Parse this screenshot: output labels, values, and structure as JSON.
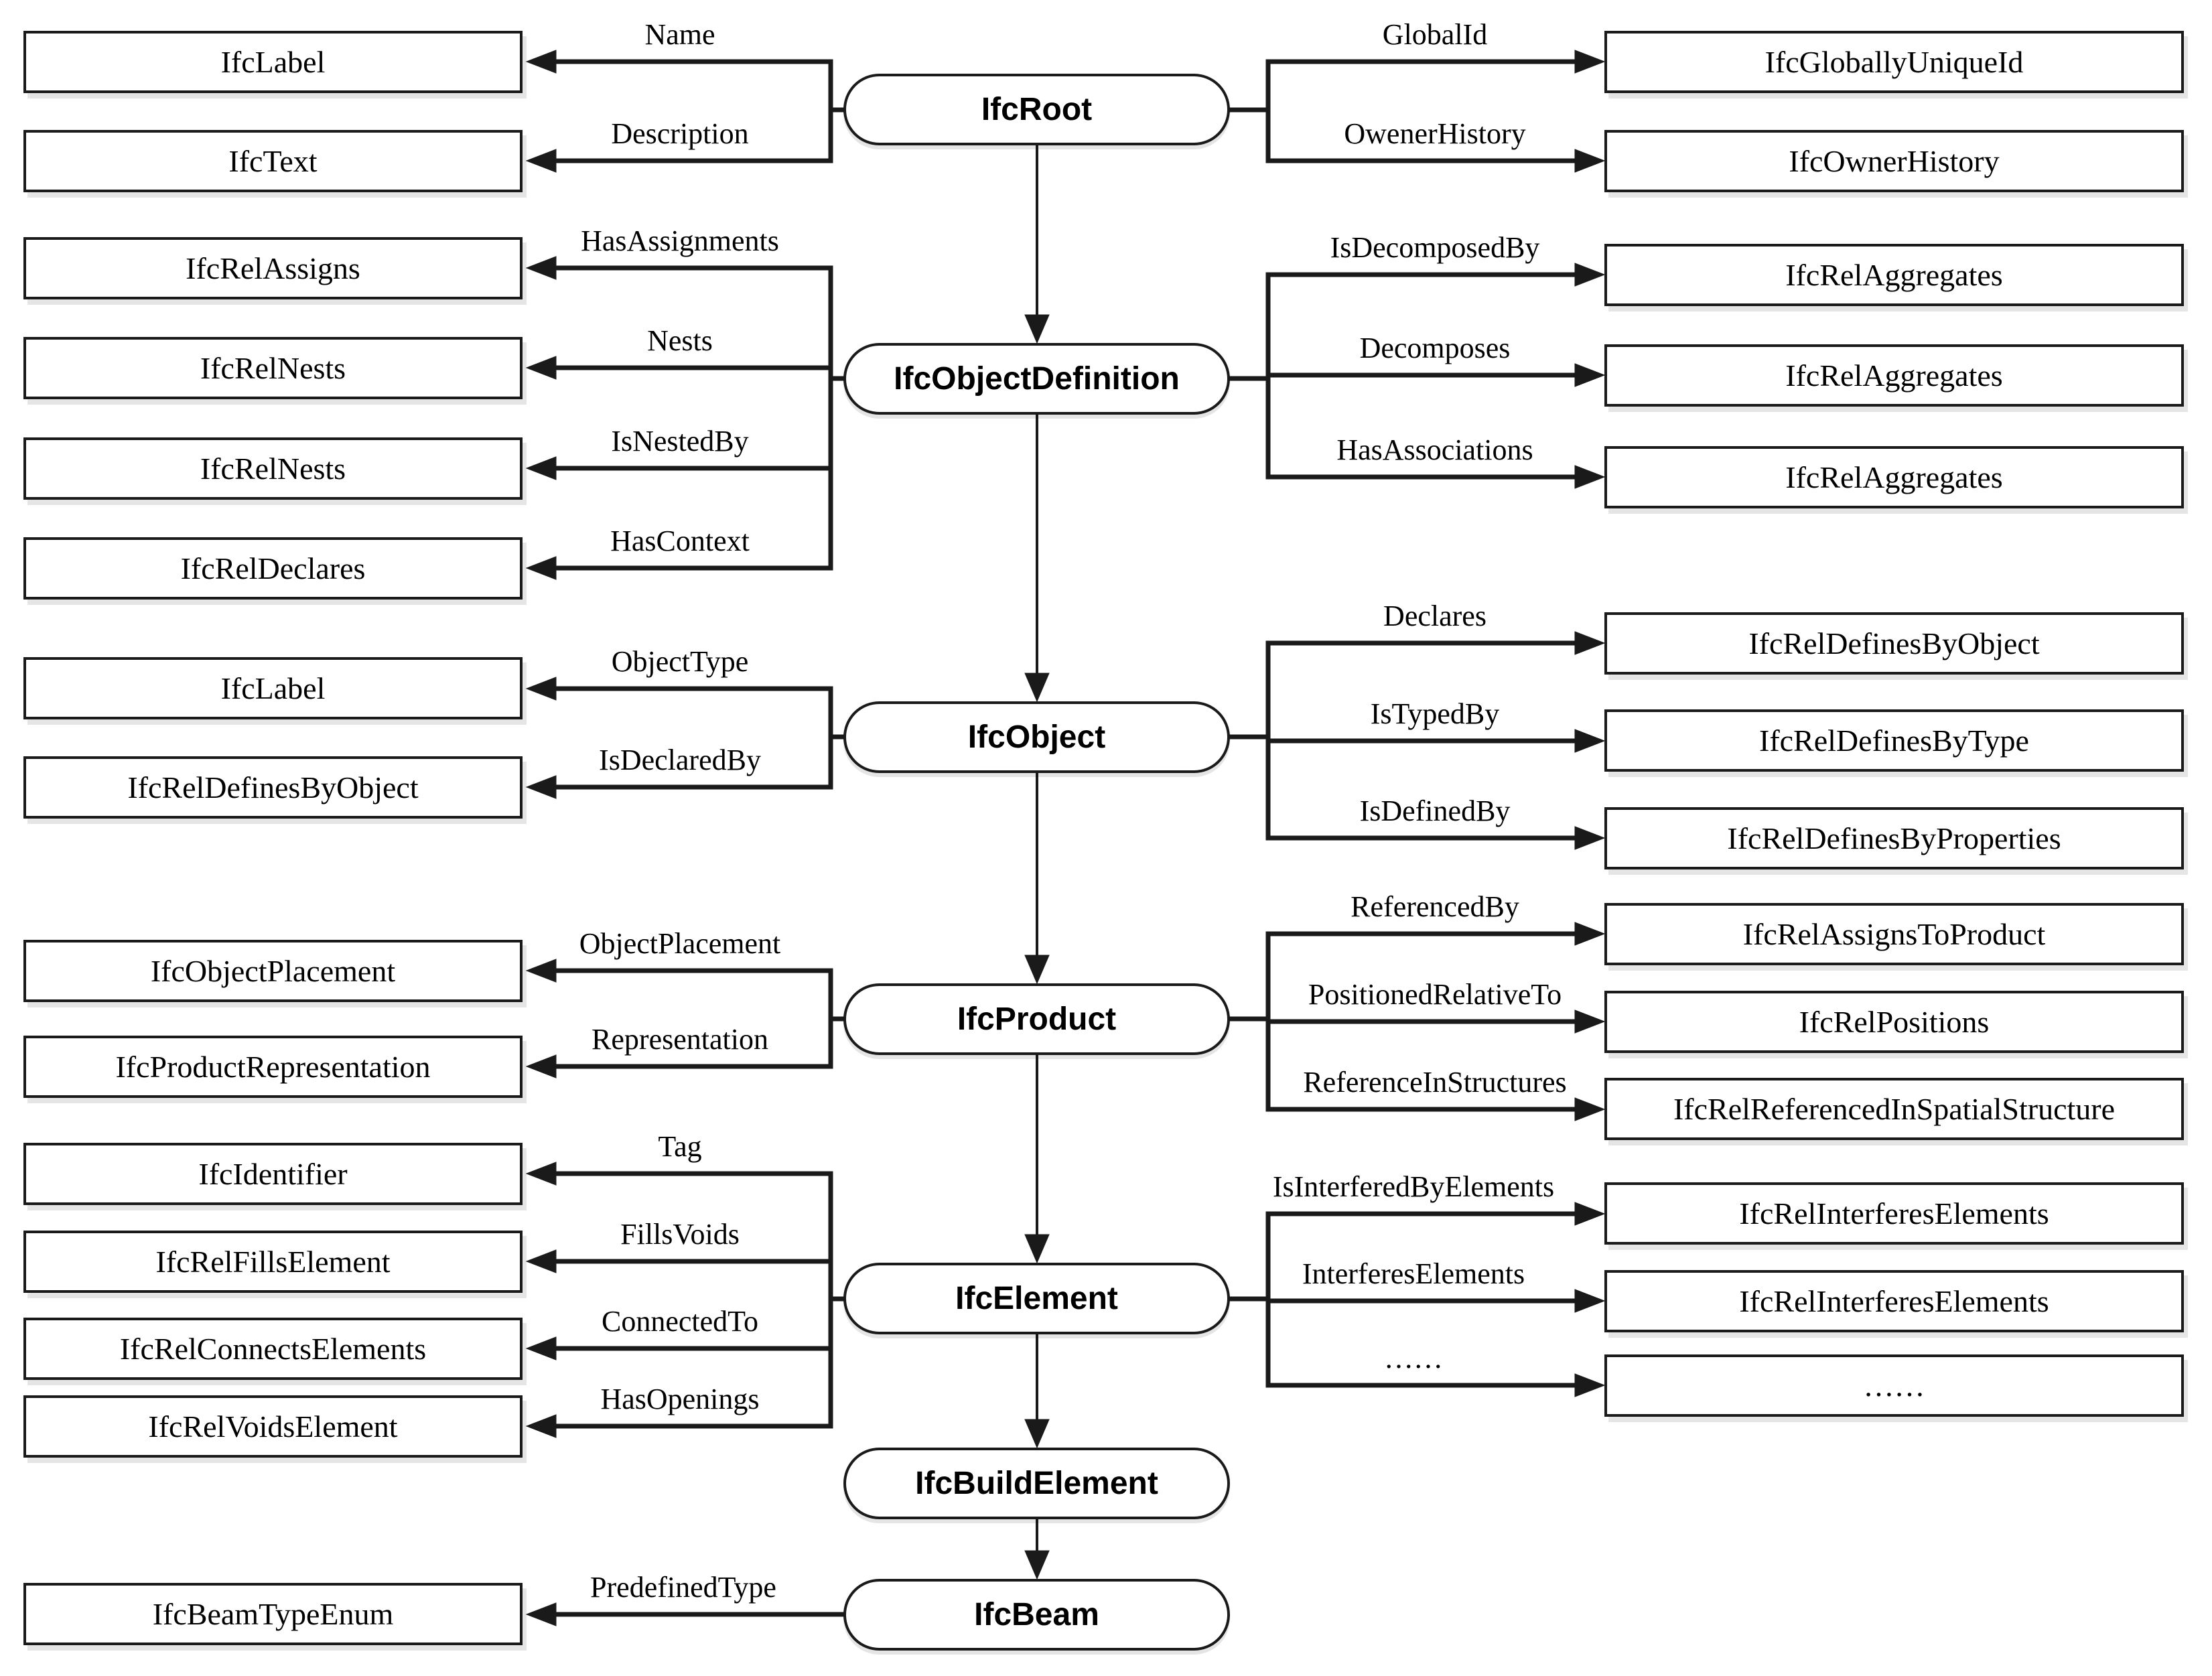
{
  "diagram": {
    "chain": [
      {
        "label": "IfcRoot"
      },
      {
        "label": "IfcObjectDefinition"
      },
      {
        "label": "IfcObject"
      },
      {
        "label": "IfcProduct"
      },
      {
        "label": "IfcElement"
      },
      {
        "label": "IfcBuildElement"
      },
      {
        "label": "IfcBeam"
      }
    ],
    "sections": [
      {
        "owner": "IfcRoot",
        "left": [
          {
            "attribute": "Name",
            "target": "IfcLabel"
          },
          {
            "attribute": "Description",
            "target": "IfcText"
          }
        ],
        "right": [
          {
            "attribute": "GlobalId",
            "target": "IfcGloballyUniqueId"
          },
          {
            "attribute": "OwenerHistory",
            "target": "IfcOwnerHistory"
          }
        ]
      },
      {
        "owner": "IfcObjectDefinition",
        "left": [
          {
            "attribute": "HasAssignments",
            "target": "IfcRelAssigns"
          },
          {
            "attribute": "Nests",
            "target": "IfcRelNests"
          },
          {
            "attribute": "IsNestedBy",
            "target": "IfcRelNests"
          },
          {
            "attribute": "HasContext",
            "target": "IfcRelDeclares"
          }
        ],
        "right": [
          {
            "attribute": "IsDecomposedBy",
            "target": "IfcRelAggregates"
          },
          {
            "attribute": "Decomposes",
            "target": "IfcRelAggregates"
          },
          {
            "attribute": "HasAssociations",
            "target": "IfcRelAggregates"
          }
        ]
      },
      {
        "owner": "IfcObject",
        "left": [
          {
            "attribute": "ObjectType",
            "target": "IfcLabel"
          },
          {
            "attribute": "IsDeclaredBy",
            "target": "IfcRelDefinesByObject"
          }
        ],
        "right": [
          {
            "attribute": "Declares",
            "target": "IfcRelDefinesByObject"
          },
          {
            "attribute": "IsTypedBy",
            "target": "IfcRelDefinesByType"
          },
          {
            "attribute": "IsDefinedBy",
            "target": "IfcRelDefinesByProperties"
          }
        ]
      },
      {
        "owner": "IfcProduct",
        "left": [
          {
            "attribute": "ObjectPlacement",
            "target": "IfcObjectPlacement"
          },
          {
            "attribute": "Representation",
            "target": "IfcProductRepresentation"
          }
        ],
        "right": [
          {
            "attribute": "ReferencedBy",
            "target": "IfcRelAssignsToProduct"
          },
          {
            "attribute": "PositionedRelativeTo",
            "target": "IfcRelPositions"
          },
          {
            "attribute": "ReferenceInStructures",
            "target": "IfcRelReferencedInSpatialStructure"
          }
        ]
      },
      {
        "owner": "IfcElement",
        "left": [
          {
            "attribute": "Tag",
            "target": "IfcIdentifier"
          },
          {
            "attribute": "FillsVoids",
            "target": "IfcRelFillsElement"
          },
          {
            "attribute": "ConnectedTo",
            "target": "IfcRelConnectsElements"
          },
          {
            "attribute": "HasOpenings",
            "target": "IfcRelVoidsElement"
          }
        ],
        "right": [
          {
            "attribute": "IsInterferedByElements",
            "target": "IfcRelInterferesElements"
          },
          {
            "attribute": "InterferesElements",
            "target": "IfcRelInterferesElements"
          },
          {
            "attribute": "……",
            "target": "……"
          }
        ]
      },
      {
        "owner": "IfcBeam",
        "left": [
          {
            "attribute": "PredefinedType",
            "target": "IfcBeamTypeEnum"
          }
        ],
        "right": []
      }
    ]
  }
}
